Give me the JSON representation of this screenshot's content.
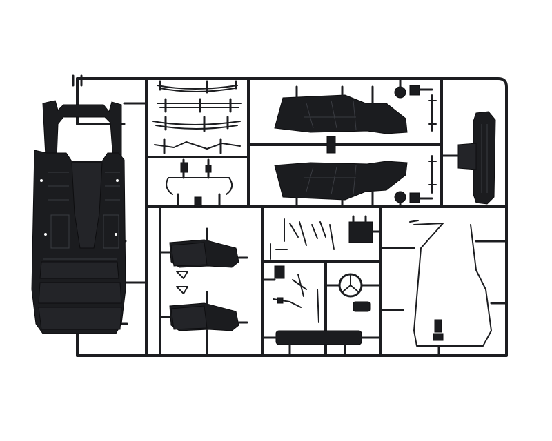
{
  "scene": {
    "kind": "plastic model kit sprue",
    "colors": {
      "background": "#ffffff",
      "plastic": "#1b1c1f",
      "runner": "#1c1d20",
      "highlight": "#3a3c42"
    },
    "parts": [
      "chassis-floor-pan",
      "leaf-springs",
      "front-axle",
      "left-fender",
      "right-fender",
      "spare-wheel",
      "seats",
      "steering-wheel",
      "windshield-frame",
      "running-board",
      "small-parts"
    ]
  }
}
